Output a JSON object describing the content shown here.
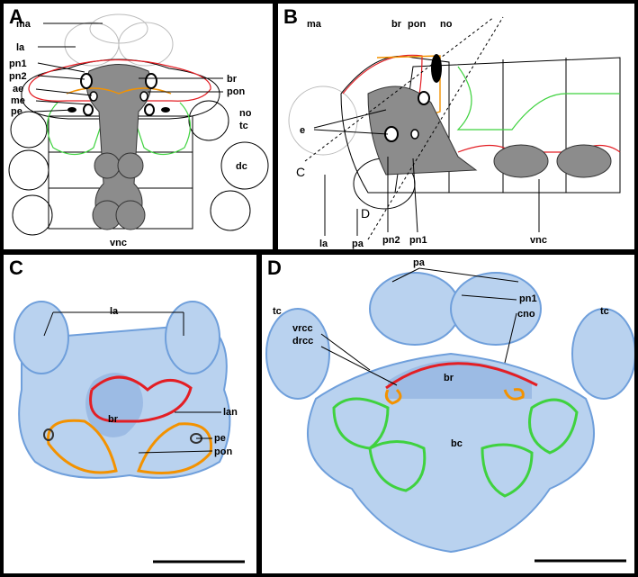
{
  "panels": {
    "A": {
      "letter": "A",
      "labels": {
        "ma": "ma",
        "la": "la",
        "pn1": "pn1",
        "pn2": "pn2",
        "ae": "ae",
        "me": "me",
        "pe": "pe",
        "br": "br",
        "pon": "pon",
        "no": "no",
        "tc": "tc",
        "dc": "dc",
        "vnc": "vnc"
      }
    },
    "B": {
      "letter": "B",
      "labels": {
        "ma": "ma",
        "br": "br",
        "pon": "pon",
        "no": "no",
        "e": "e",
        "C": "C",
        "D": "D",
        "la": "la",
        "pa": "pa",
        "pn2": "pn2",
        "pn1": "pn1",
        "vnc": "vnc"
      }
    },
    "C": {
      "letter": "C",
      "labels": {
        "la": "la",
        "lan": "lan",
        "br": "br",
        "pe": "pe",
        "pon": "pon"
      }
    },
    "D": {
      "letter": "D",
      "labels": {
        "pa": "pa",
        "pn1": "pn1",
        "cno": "cno",
        "tc_left": "tc",
        "tc_right": "tc",
        "vrcc": "vrcc",
        "drcc": "drcc",
        "br": "br",
        "bc": "bc"
      }
    }
  },
  "colors": {
    "red": "#e31e24",
    "orange": "#f39200",
    "green": "#3fd23f",
    "grey": "#8c8c8c",
    "tissue": "#b9d2ef",
    "tissue_dark": "#6f9fdb"
  }
}
